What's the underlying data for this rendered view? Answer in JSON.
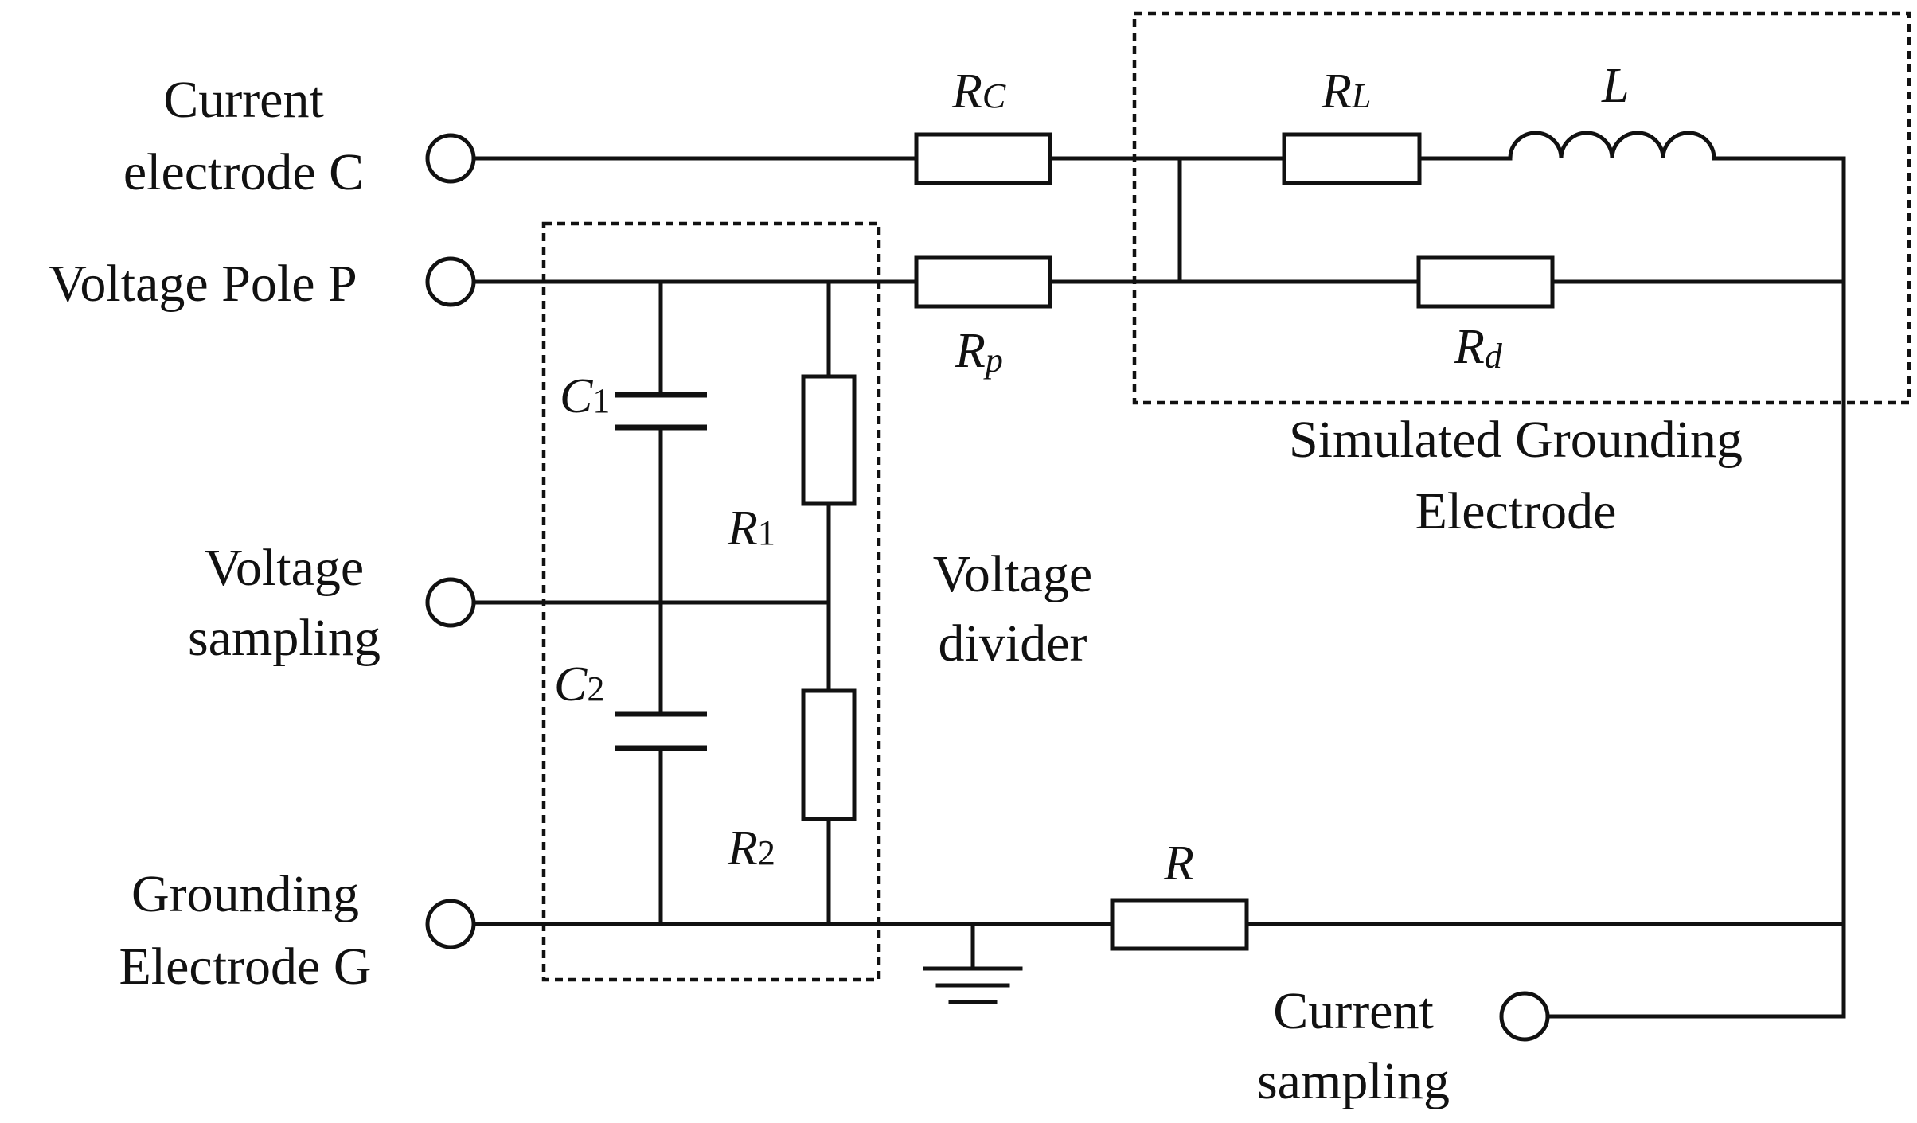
{
  "terminals": {
    "current_electrode": [
      "Current",
      "electrode C"
    ],
    "voltage_pole": "Voltage Pole P",
    "voltage_sampling": [
      "Voltage",
      "sampling"
    ],
    "grounding_electrode": [
      "Grounding",
      "Electrode G"
    ],
    "current_sampling": [
      "Current",
      "sampling"
    ]
  },
  "blocks": {
    "voltage_divider": [
      "Voltage",
      "divider"
    ],
    "simulated_grounding": [
      "Simulated Grounding",
      "Electrode"
    ]
  },
  "components": {
    "rc": {
      "symbol": "R",
      "sub": "C"
    },
    "rl": {
      "symbol": "R",
      "sub": "L"
    },
    "l": {
      "symbol": "L"
    },
    "rp": {
      "symbol": "R",
      "sub": "p"
    },
    "rd": {
      "symbol": "R",
      "sub": "d"
    },
    "c1": {
      "symbol": "C",
      "sub": "1"
    },
    "c2": {
      "symbol": "C",
      "sub": "2"
    },
    "r1": {
      "symbol": "R",
      "sub": "1"
    },
    "r2": {
      "symbol": "R",
      "sub": "2"
    },
    "r": {
      "symbol": "R"
    }
  }
}
